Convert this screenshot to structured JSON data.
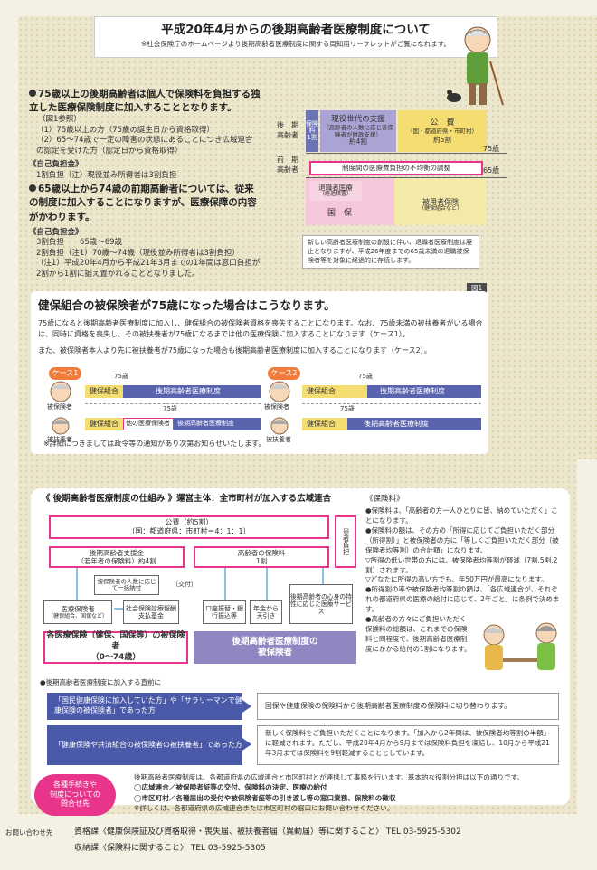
{
  "header": {
    "title": "平成20年4月からの後期高齢者医療制度について",
    "note": "※社会保険庁のホームページより後期高齢者医療制度に関する周知用リーフレットがご覧になれます。"
  },
  "intro": {
    "b1": "75歳以上の後期高齢者は個人で保険料を負担する独立した医療保険制度に加入することとなります。",
    "b1_ref": "（図1参照）",
    "b1_i1": "（1）75歳以上の方（75歳の誕生日から資格取得）",
    "b1_i2": "（2）65～74歳で一定の障害の状態にあることにつき広域連合の認定を受けた方（認定日から資格取得）",
    "jiko1": "《自己負担金》",
    "jiko1_t": "1割負担（注）現役並み所得者は3割負担",
    "b2": "65歳以上から74歳の前期高齢者については、従来の制度に加入することになりますが、医療保障の内容がかわります。",
    "jiko2": "《自己負担金》",
    "j2_l1": "3割負担　　65歳～69歳",
    "j2_l2": "2割負担（注1）70歳～74歳（現役並み所得者は3割負担）",
    "j2_n1": "（注1）平成20年4月から平成21年3月までの1年間は窓口負担が2割から1割に据え置かれることとなりました。"
  },
  "fig1": {
    "koki": "後　期\n高齢者",
    "hoken": "保険料",
    "hoken2": "1割",
    "gen": "現役世代の支援",
    "gen2": "（高齢者の人数に応じ各保険者が財政支援）",
    "gen3": "約4割",
    "kohi": "公　費",
    "kohi2": "（国・都道府県・市町村）",
    "kohi3": "約5割",
    "a75": "75歳",
    "zenki": "前　期\n高齢者",
    "chosei": "制度間の医療費負担の不均衡の調整",
    "a65": "65歳",
    "taishoku": "退職者医療",
    "taishoku2": "（経過措置）",
    "kokuho": "国　保",
    "hiyosha": "被用者保険",
    "hiyosha2": "（健保組合など）",
    "note": "新しい高齢者医療制度の創設に伴い、退職者医療制度は廃止となりますが、平成26年度までの65歳未満の退職被保険者等を対象に経過的に存続します。",
    "label": "図1"
  },
  "kenpo": {
    "title": "健保組合の被保険者が75歳になった場合はこうなります。",
    "p1": "75歳になると後期高齢者医療制度に加入し、健保組合の被保険者資格を喪失することになります。なお、75歳未満の被扶養者がいる場合は、同時に資格を喪失し、その被扶養者が75歳になるまでは他の医療保険に加入することになります（ケース1）。",
    "p2": "また、被保険者本人より先に被扶養者が75歳になった場合も後期高齢者医療制度に加入することになります（ケース2）。",
    "case1": "ケース1",
    "case2": "ケース2",
    "hihoken": "被保険者",
    "fuyo": "被扶養者",
    "a75": "75歳",
    "kumiai": "健保組合",
    "koki": "後期高齢者医療制度",
    "hoka": "他の医療保険者",
    "foot": "※詳細につきましては政令等の通知があり次第お知らせいたします。"
  },
  "shikumi": {
    "title": "《 後期高齢者医療制度の仕組み 》運営主体：全市町村が加入する広域連合",
    "kohi": "公費（約5割）",
    "kohi2": "〔国：都道府県：市町村＝4：1：1〕",
    "shien": "後期高齢者支援金",
    "shien2": "（若年者の保険料）約4割",
    "hoken": "高齢者の保険料",
    "hoken2": "1割",
    "kanja": "患者負担",
    "ninzu": "被保険者の人数に応じて一括納付",
    "kofu": "〔交付〕",
    "iryo": "医療保険者",
    "iryo2": "（健保組合、国保など）",
    "shiharai": "社会保険診療報酬支払基金",
    "madoguchi": "口座振替・銀行振込等",
    "nenkin": "年金から天引き",
    "service": "後期高齢者の心身の特性に応じた医療サービス",
    "kakuiryo": "各医療保険（健保、国保等）の被保険者",
    "kakuiryo2": "（0～74歳）",
    "kokiho": "後期高齢者医療制度の",
    "kokiho2": "被保険者"
  },
  "hokenryo": {
    "title": "《保険料》",
    "l1": "●保険料は、「高齢者の方一人ひとりに皆、納めていただく」ことになります。",
    "l2": "●保険料の額は、その方の「所得に応じてご負担いただく部分（所得割）」と被保険者の方に「等しくご負担いただく部分（被保険者均等割）の合計額」になります。",
    "l3": "▽所得の低い世帯の方には、被保険者均等割が軽減（7割,5割,2割）されます。",
    "l4": "▽どなたに所得の高い方でも、年50万円が最高になります。",
    "l5": "●所得割の率や被保険者均等割の額は、「各広域連合が、それぞれの都道府県の医療の給付に応じて、2年ごと」に条例で決めます。",
    "l6": "●高齢者の方々にご負担いただく保険料の総額は、これまでの保険料と同程度で、後期高齢者医療制度にかかる給付の1割になります。"
  },
  "kyu": {
    "head": "●後期高齢者医療制度に加入する直前に",
    "r1a": "「国民健康保険に加入していた方」や「サラリーマンで健康保険の被保険者」であった方",
    "r1b": "国保や健康保険の保険料から後期高齢者医療制度の保険料に切り替わります。",
    "r2a": "「健康保険や共済組合の被保険者の被扶養者」であった方",
    "r2b": "新しく保険料をご負担いただくことになります。「加入から2年間は、被保険者均等割の半額」に軽減されます。ただし、平成20年4月から9月までは保険料負担を凍結し、10月から平成21年3月までは保険料を9割軽減することとしています。"
  },
  "tetsuzuki": {
    "badge": "各種手続きや\n制度についての\n問合せ先",
    "l1": "後期高齢者医療制度は、各都道府県の広域連合と市区町村とが連携して事務を行います。基本的な役割分担は以下の通りです。",
    "l2": "◯広域連合／被保険者証等の交付、保険料の決定、医療の給付",
    "l3": "◯市区町村／各種届出の受付や被保険者証等の引き渡し等の窓口業務、保険料の徴収",
    "l4": "※詳しくは、各都道府県の広域連合または市区町村の窓口にお問い合わせください。"
  },
  "contact": {
    "label": "お問い合わせ先",
    "c1": "資格課〈健康保険証及び資格取得・喪失届、被扶養者届（異動届）等に関すること〉 TEL 03-5925-5302",
    "c2": "収納課〈保険料に関すること〉 TEL 03-5925-5305"
  },
  "colors": {
    "pink": "#e8358b",
    "blue": "#4b5aa8",
    "lavender": "#8f87c2",
    "yellow": "#f5dd72",
    "orange": "#f07b3a",
    "green": "#7cbf45"
  }
}
